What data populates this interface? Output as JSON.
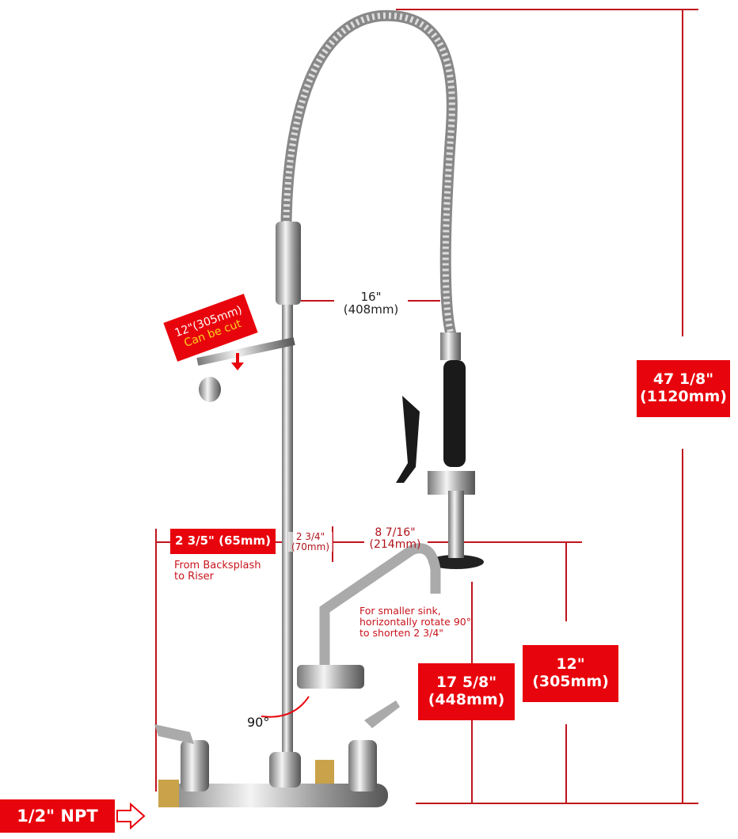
{
  "colors": {
    "accent": "#e8040c",
    "line": "#c0141c",
    "note": "#ffd21e"
  },
  "dimensions": {
    "total_height": {
      "imperial": "47 1/8\"",
      "metric": "(1120mm)"
    },
    "hose_width": {
      "imperial": "16\"",
      "metric": "(408mm)"
    },
    "wall_bracket": {
      "imperial": "12\"(305mm)",
      "note": "Can be cut"
    },
    "backsplash": {
      "label": "2 3/5\" (65mm)",
      "caption_line1": "From Backsplash",
      "caption_line2": "to Riser"
    },
    "riser_offset": {
      "imperial": "2 3/4\"",
      "metric": "(70mm)"
    },
    "spout_reach": {
      "imperial": "8 7/16\"",
      "metric": "(214mm)"
    },
    "spout_note": {
      "line1": "For smaller sink,",
      "line2": "horizontally rotate 90°",
      "line3": "to shorten 2 3/4\""
    },
    "spray_height": {
      "imperial": "12\"",
      "metric": "(305mm)"
    },
    "spout_height": {
      "imperial": "17 5/8\"",
      "metric": "(448mm)"
    },
    "rotation": "90°",
    "inlet": "1/2\" NPT"
  }
}
